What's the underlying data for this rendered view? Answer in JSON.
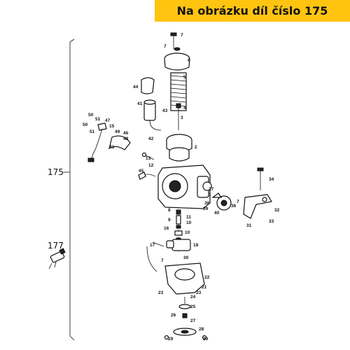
{
  "banner": {
    "text": "Na obrázku díl číslo 175",
    "color": "#ffc410"
  },
  "assemblies": [
    {
      "id": "175",
      "label": "175"
    },
    {
      "id": "177",
      "label": "177"
    }
  ],
  "callouts": [
    "7",
    "7",
    "6",
    "5",
    "44",
    "4",
    "3",
    "41",
    "43",
    "50",
    "51",
    "47",
    "15",
    "50",
    "51",
    "49",
    "46",
    "48",
    "42",
    "43",
    "2",
    "12",
    "13",
    "45",
    "34",
    "27",
    "1",
    "38",
    "39",
    "36",
    "40",
    "7",
    "32",
    "31",
    "33",
    "8",
    "11",
    "10",
    "9",
    "16",
    "10",
    "18",
    "17",
    "30",
    "7",
    "22",
    "21",
    "23",
    "23",
    "24",
    "25",
    "26",
    "27",
    "28",
    "29",
    "29"
  ]
}
